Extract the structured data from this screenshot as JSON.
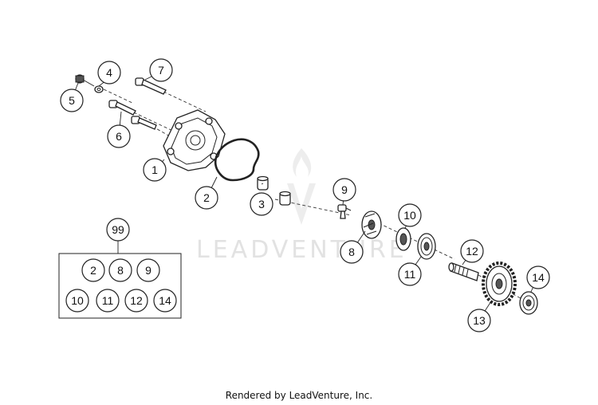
{
  "watermark": {
    "text": "LEADVENTURE"
  },
  "footer": {
    "text": "Rendered by LeadVenture, Inc."
  },
  "kit": {
    "number": "99",
    "contents": [
      "2",
      "8",
      "9",
      "10",
      "11",
      "12",
      "14"
    ]
  },
  "callouts": {
    "c1": "1",
    "c2": "2",
    "c3": "3",
    "c4": "4",
    "c5": "5",
    "c6": "6",
    "c7": "7",
    "c8": "8",
    "c9": "9",
    "c10a": "10",
    "c11a": "11",
    "c12": "12",
    "c13": "13",
    "c14": "14"
  }
}
